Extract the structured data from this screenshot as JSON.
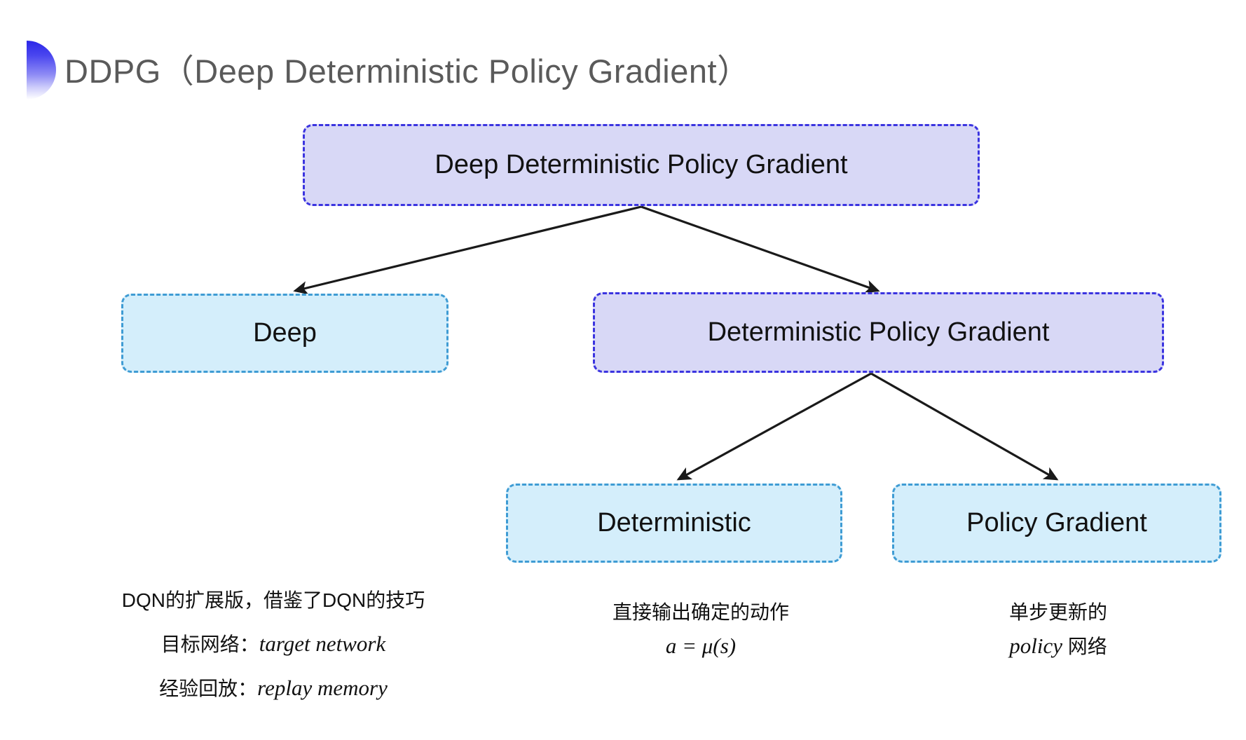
{
  "title": {
    "text": "DDPG（Deep Deterministic Policy Gradient）",
    "color": "#5a5a5a",
    "bullet_icon": "half-circle-bullet-icon",
    "bullet_gradient_from": "#2a26e8",
    "bullet_gradient_to": "#ffffff"
  },
  "colors": {
    "purple_fill": "#d8d8f6",
    "purple_border": "#3b34e0",
    "cyan_fill": "#d4eefb",
    "cyan_border": "#3f9cd4",
    "arrow": "#1a1a1a",
    "text": "#111111",
    "background": "#ffffff"
  },
  "diagram": {
    "nodes": [
      {
        "id": "root",
        "label": "Deep Deterministic Policy Gradient",
        "style": "purple",
        "level": 0
      },
      {
        "id": "deep",
        "label": "Deep",
        "style": "cyan",
        "level": 1
      },
      {
        "id": "dpg",
        "label": "Deterministic Policy Gradient",
        "style": "purple",
        "level": 1
      },
      {
        "id": "deterministic",
        "label": "Deterministic",
        "style": "cyan",
        "level": 2
      },
      {
        "id": "policy_gradient",
        "label": "Policy Gradient",
        "style": "cyan",
        "level": 2
      }
    ],
    "edges": [
      {
        "from": "root",
        "to": "deep",
        "arrow": true
      },
      {
        "from": "root",
        "to": "dpg",
        "arrow": true
      },
      {
        "from": "dpg",
        "to": "deterministic",
        "arrow": true
      },
      {
        "from": "dpg",
        "to": "policy_gradient",
        "arrow": true
      }
    ]
  },
  "captions": {
    "deep": {
      "line_1": "DQN的扩展版，借鉴了DQN的技巧",
      "line_2_label": "目标网络：",
      "line_2_term": "target network",
      "line_3_label": "经验回放：",
      "line_3_term": "replay memory"
    },
    "deterministic": {
      "line_1": "直接输出确定的动作",
      "formula": "a = μ(s)"
    },
    "policy_gradient": {
      "line_1": "单步更新的",
      "line_2_term": "policy",
      "line_2_suffix": " 网络"
    }
  }
}
